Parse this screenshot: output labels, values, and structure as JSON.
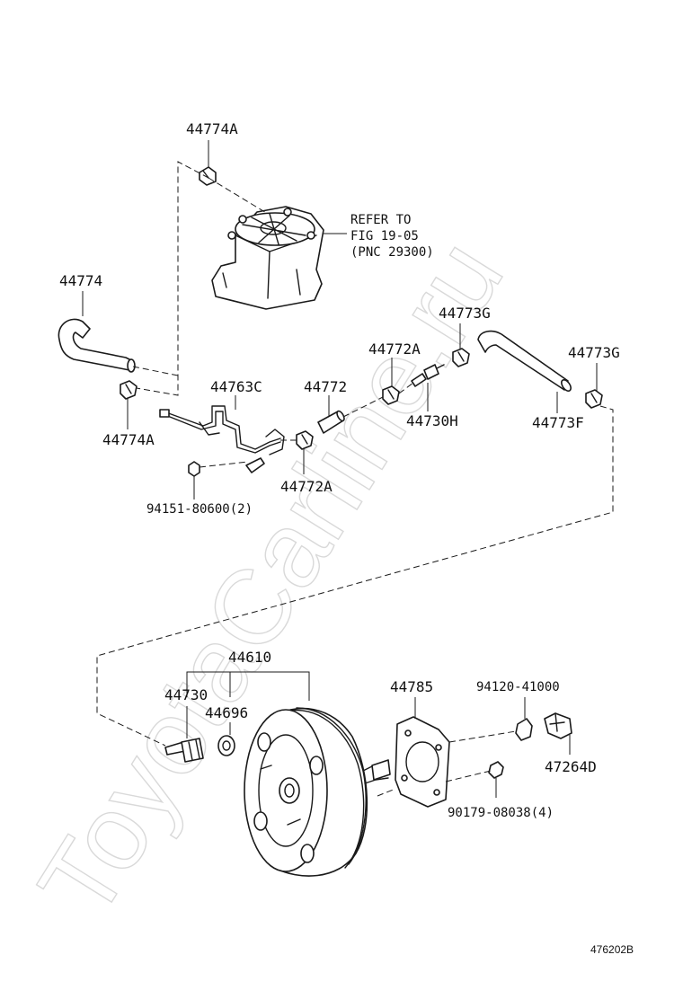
{
  "watermark": "ToyotaCarline.ru",
  "refer_note": {
    "line1": "REFER TO",
    "line2": "FIG 19-05",
    "line3": "(PNC 29300)"
  },
  "labels": {
    "p44774A_top": "44774A",
    "p44774": "44774",
    "p44774A_bottom": "44774A",
    "p44763C": "44763C",
    "p44772": "44772",
    "p44772A_top": "44772A",
    "p44772A_bottom": "44772A",
    "p44773G_left": "44773G",
    "p44773G_right": "44773G",
    "p44730H": "44730H",
    "p44773F": "44773F",
    "p94151": "94151-80600(2)",
    "p44610": "44610",
    "p44730": "44730",
    "p44696": "44696",
    "p44785": "44785",
    "p94120": "94120-41000",
    "p47264D": "47264D",
    "p90179": "90179-08038(4)"
  },
  "figure_code": "476202B"
}
